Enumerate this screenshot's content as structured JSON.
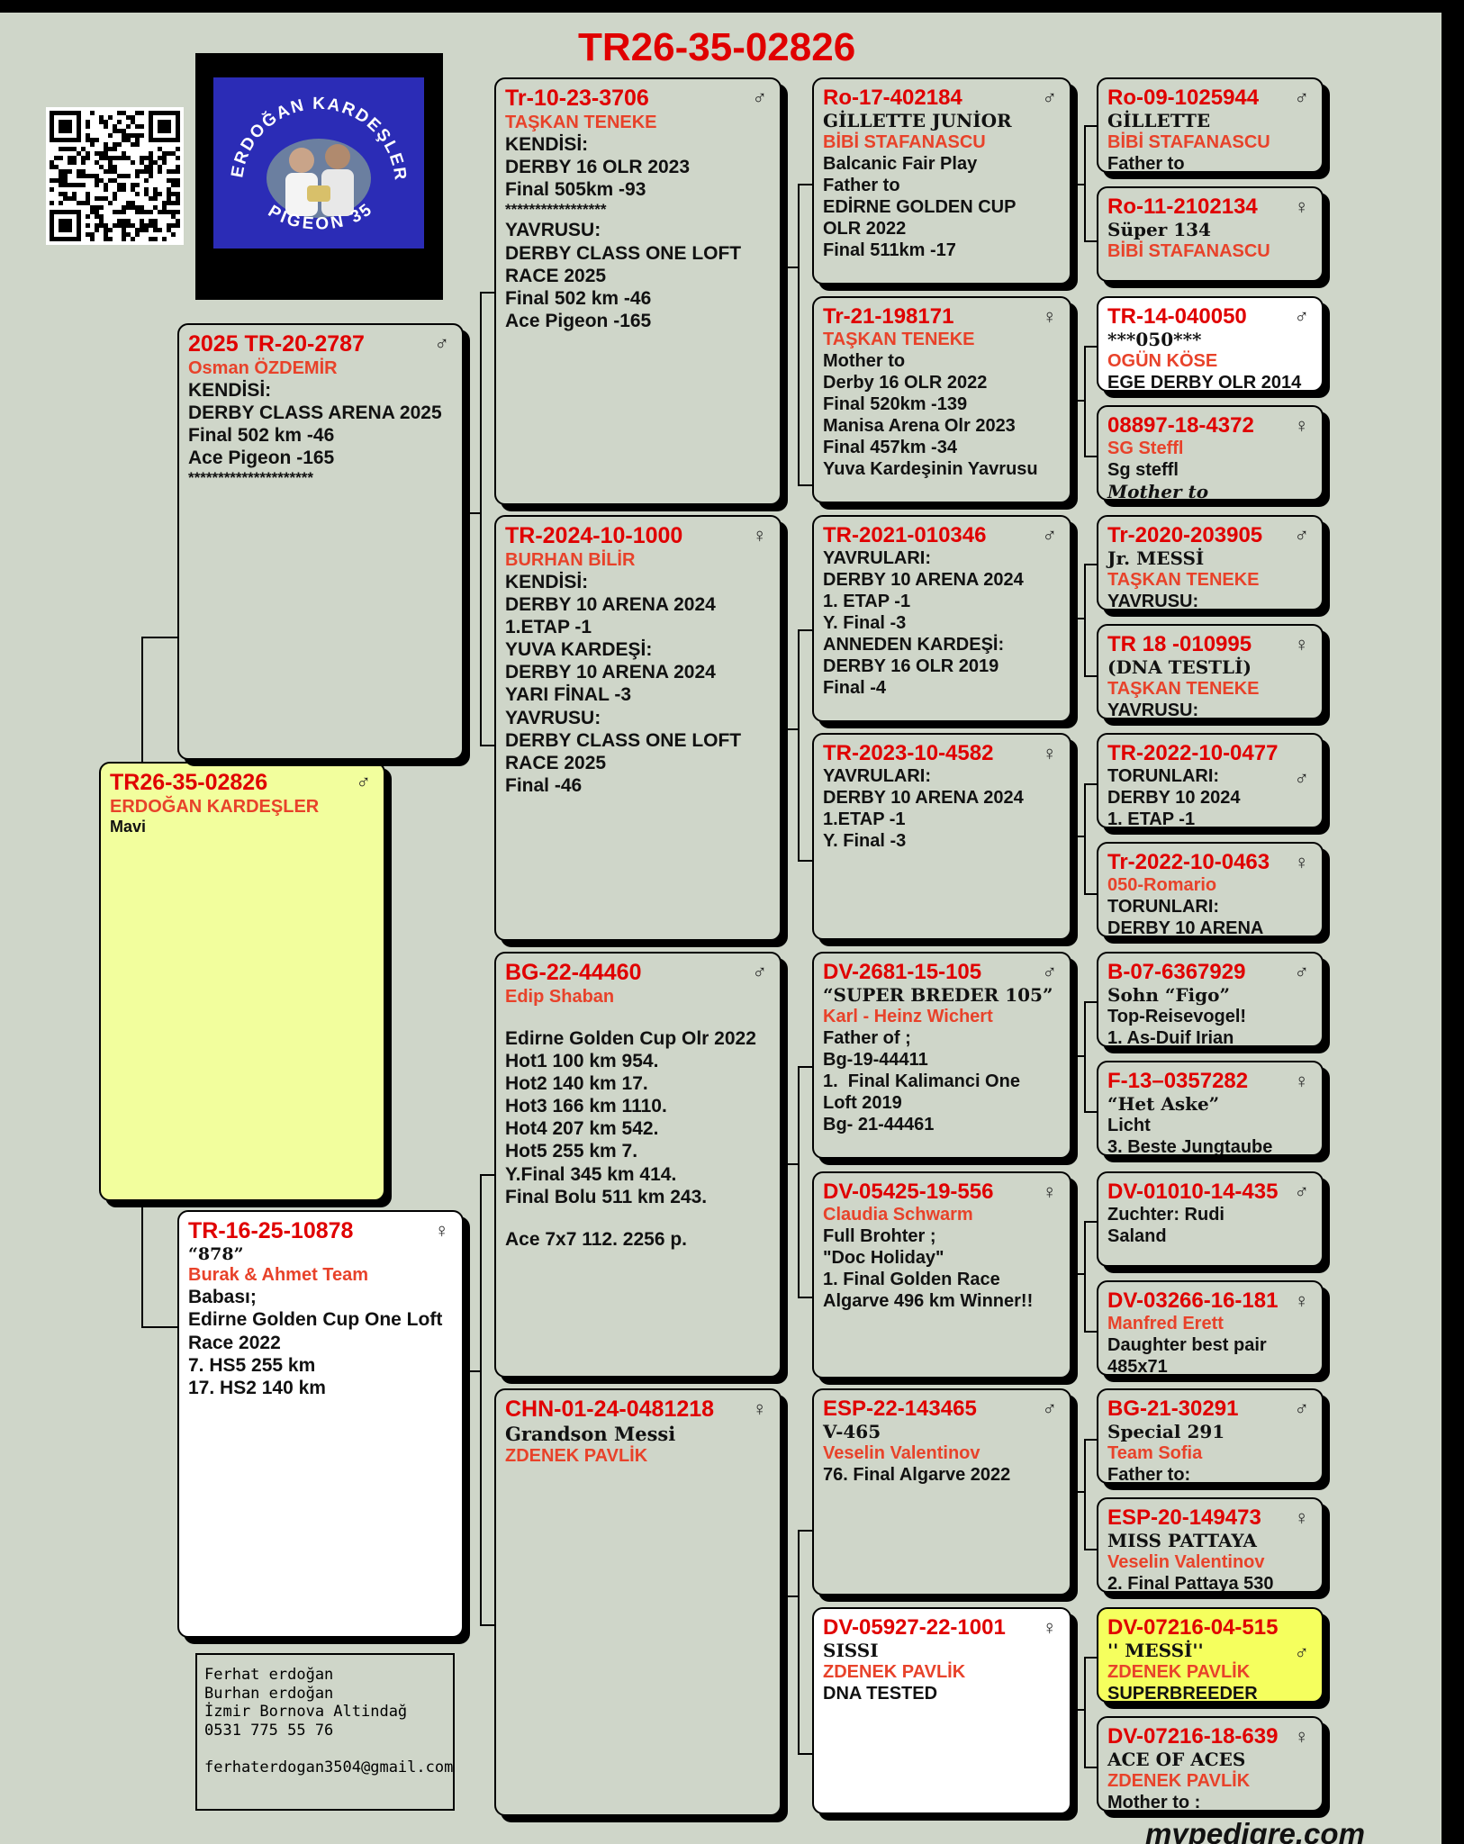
{
  "header": {
    "title": "TR26-35-02826"
  },
  "icons": {
    "male": "♂",
    "female": "♀"
  },
  "subject": {
    "ring": "TR26-35-02826",
    "owner": "ERDOĞAN KARDEŞLER",
    "lines": [
      "Mavi"
    ],
    "sex": "male"
  },
  "logo": {
    "text_top": "ERDOĞAN KARDEŞLER",
    "text_bottom": "PIGEON 35"
  },
  "gen1": {
    "sire": {
      "ring": "2025 TR-20-2787",
      "owner": "Osman ÖZDEMİR",
      "sex": "male",
      "lines": [
        "KENDİSİ:",
        "DERBY CLASS ARENA 2025",
        "Final 502 km -46",
        "Ace Pigeon -165",
        "*********************"
      ]
    },
    "dam": {
      "ring": "TR-16-25-10878",
      "sex": "female",
      "nickname": "“878”",
      "owner": "Burak & Ahmet Team",
      "lines": [
        "Babası;",
        "Edirne Golden Cup One Loft",
        "Race 2022",
        "7. HS5 255 km",
        "17. HS2 140 km"
      ]
    }
  },
  "gen2": {
    "ss": {
      "ring": "Tr-10-23-3706",
      "owner": "TAŞKAN TENEKE",
      "sex": "male",
      "lines": [
        "KENDİSİ:",
        "DERBY 16 OLR 2023",
        "Final 505km -93",
        "*****************",
        "YAVRUSU:",
        "DERBY CLASS ONE LOFT",
        "RACE 2025",
        "Final 502 km -46",
        "Ace Pigeon -165"
      ]
    },
    "sd": {
      "ring": "TR-2024-10-1000",
      "owner": "BURHAN BİLİR",
      "sex": "female",
      "lines": [
        "KENDİSİ:",
        "DERBY 10 ARENA 2024",
        "1.ETAP -1",
        "YUVA KARDEŞİ:",
        "DERBY 10 ARENA 2024",
        "YARI FİNAL -3",
        "YAVRUSU:",
        "DERBY CLASS ONE LOFT",
        "RACE 2025",
        "Final -46"
      ]
    },
    "ds": {
      "ring": "BG-22-44460",
      "owner": "Edip Shaban",
      "sex": "male",
      "lines": [
        "Edirne Golden Cup Olr 2022",
        "Hot1 100 km 954.",
        "Hot2 140 km 17.",
        "Hot3 166 km 1110.",
        "Hot4 207 km 542.",
        "Hot5 255 km 7.",
        "Y.Final 345 km 414.",
        "Final Bolu 511 km 243."
      ],
      "extra": "Ace 7x7 112. 2256 p."
    },
    "dd": {
      "ring": "CHN-01-24-0481218",
      "nickname": "Grandson Messi",
      "owner": "ZDENEK PAVLİK",
      "sex": "female",
      "lines": []
    }
  },
  "gen3": [
    {
      "ring": "Ro-17-402184",
      "nickname": "GİLLETTE JUNİOR",
      "owner": "BİBİ STAFANASCU",
      "sex": "male",
      "lines": [
        "Balcanic Fair Play",
        "Father to",
        "EDİRNE GOLDEN CUP",
        "OLR 2022",
        "Final 511km -17"
      ]
    },
    {
      "ring": "Tr-21-198171",
      "owner": "TAŞKAN TENEKE",
      "sex": "female",
      "lines": [
        "Mother to",
        "Derby 16 OLR 2022",
        "Final 520km -139",
        "Manisa Arena Olr 2023",
        "Final 457km -34",
        "Yuva Kardeşinin Yavrusu"
      ]
    },
    {
      "ring": "TR-2021-010346",
      "sex": "male",
      "lines": [
        "YAVRULARI:",
        "DERBY 10 ARENA 2024",
        "1. ETAP -1",
        "Y. Final -3",
        "ANNEDEN KARDEŞİ:",
        "DERBY 16 OLR 2019",
        "Final -4"
      ]
    },
    {
      "ring": "TR-2023-10-4582",
      "sex": "female",
      "lines": [
        "YAVRULARI:",
        "DERBY 10 ARENA 2024",
        "1.ETAP -1",
        "Y. Final -3"
      ]
    },
    {
      "ring": "DV-2681-15-105",
      "nickname": "“SUPER BREDER 105”",
      "owner": "Karl - Heinz Wichert",
      "sex": "male",
      "lines": [
        "Father of ;",
        "Bg-19-44411",
        "1.  Final Kalimanci One",
        "Loft 2019",
        "Bg- 21-44461"
      ]
    },
    {
      "ring": "DV-05425-19-556",
      "owner": "Claudia Schwarm",
      "sex": "female",
      "lines": [
        "Full Brohter ;",
        "\"Doc Holiday\"",
        "1. Final Golden Race",
        "Algarve 496 km Winner!!"
      ]
    },
    {
      "ring": "ESP-22-143465",
      "nickname": "V-465",
      "owner": "Veselin Valentinov",
      "sex": "male",
      "lines": [
        "76. Final Algarve 2022"
      ]
    },
    {
      "ring": "DV-05927-22-1001",
      "nickname": "SISSI",
      "owner": "ZDENEK PAVLİK",
      "sex": "female",
      "lines": [
        "DNA TESTED"
      ]
    }
  ],
  "gen4": [
    {
      "ring": "Ro-09-1025944",
      "nickname": "GİLLETTE",
      "owner": "BİBİ STAFANASCU",
      "sex": "male",
      "lines": [
        "Father to"
      ]
    },
    {
      "ring": "Ro-11-2102134",
      "nickname": "Süper 134",
      "owner": "BİBİ STAFANASCU",
      "sex": "female",
      "lines": []
    },
    {
      "ring": "TR-14-040050",
      "nickname": "***050***",
      "owner": "OGÜN KÖSE",
      "sex": "male",
      "lines": [
        "EGE DERBY OLR 2014"
      ]
    },
    {
      "ring": "08897-18-4372",
      "owner": "SG Steffl",
      "sex": "female",
      "small": "Sg steffl",
      "nickname_after": "Mother to"
    },
    {
      "ring": "Tr-2020-203905",
      "nickname": "Jr. MESSİ",
      "owner": "TAŞKAN TENEKE",
      "sex": "male",
      "lines": [
        "YAVRUSU:"
      ]
    },
    {
      "ring": "TR 18 -010995",
      "nickname": "(DNA TESTLİ)",
      "owner": "TAŞKAN TENEKE",
      "sex": "female",
      "lines": [
        "YAVRUSU:"
      ]
    },
    {
      "ring": "TR-2022-10-0477",
      "sex": "male",
      "lines": [
        "TORUNLARI:",
        "DERBY 10 2024",
        "1. ETAP -1"
      ]
    },
    {
      "ring": "Tr-2022-10-0463",
      "owner": "050-Romario",
      "sex": "female",
      "lines": [
        "TORUNLARI:",
        "DERBY 10 ARENA"
      ]
    },
    {
      "ring": "B-07-6367929",
      "nickname": "Sohn “Figo”",
      "sex": "male",
      "lines": [
        "Top-Reisevogel!",
        "1. As-Duif Irian"
      ]
    },
    {
      "ring": "F-13–0357282",
      "nickname": "“Het Aske”",
      "sex": "female",
      "lines": [
        "Licht",
        "3. Beste Jungtaube"
      ]
    },
    {
      "ring": "DV-01010-14-435",
      "sex": "male",
      "lines": [
        "Zuchter: Rudi",
        "Saland"
      ]
    },
    {
      "ring": "DV-03266-16-181",
      "owner": "Manfred Erett",
      "sex": "female",
      "lines": [
        "Daughter best pair",
        "485x71"
      ]
    },
    {
      "ring": "BG-21-30291",
      "nickname": "Special 291",
      "owner": "Team Sofia",
      "sex": "male",
      "lines": [
        "Father to:"
      ]
    },
    {
      "ring": "ESP-20-149473",
      "nickname": "MISS PATTAYA",
      "owner": "Veselin Valentinov",
      "sex": "female",
      "lines": [
        "2. Final Pattaya 530"
      ]
    },
    {
      "ring": "DV-07216-04-515",
      "nickname": "'' MESSİ''",
      "owner": "ZDENEK PAVLİK",
      "sex": "male",
      "lines": [
        "SUPERBREEDER"
      ]
    },
    {
      "ring": "DV-07216-18-639",
      "nickname": "ACE OF ACES",
      "owner": "ZDENEK PAVLİK",
      "sex": "female",
      "lines": [
        "Mother to :"
      ]
    }
  ],
  "contact": {
    "lines": [
      "Ferhat erdoğan",
      "Burhan erdoğan",
      "İzmir Bornova Altindağ",
      "0531 775 55 76",
      "",
      "ferhaterdogan3504@gmail.com"
    ]
  },
  "footer": {
    "site": "mypedigre.com"
  }
}
